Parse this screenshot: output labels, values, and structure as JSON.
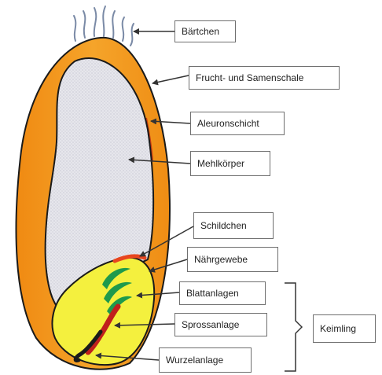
{
  "labels": {
    "baertchen": "Bärtchen",
    "schale": "Frucht- und Samenschale",
    "aleuron": "Aleuronschicht",
    "mehlkoerper": "Mehlkörper",
    "schildchen": "Schildchen",
    "naehrgewebe": "Nährgewebe",
    "blattanlagen": "Blattanlagen",
    "sprossanlage": "Sprossanlage",
    "wurzelanlage": "Wurzelanlage",
    "keimling": "Keimling"
  },
  "colors": {
    "seed_coat": "#f39c1c",
    "seed_coat_dark": "#e07f10",
    "endosperm": "#e4e4ea",
    "embryo": "#f4f03e",
    "scutellum": "#e8461f",
    "leaf_primordia": "#1f9a4c",
    "shoot": "#c0201c",
    "root": "#1a1a1a",
    "hairs": "#7a8aa6"
  }
}
